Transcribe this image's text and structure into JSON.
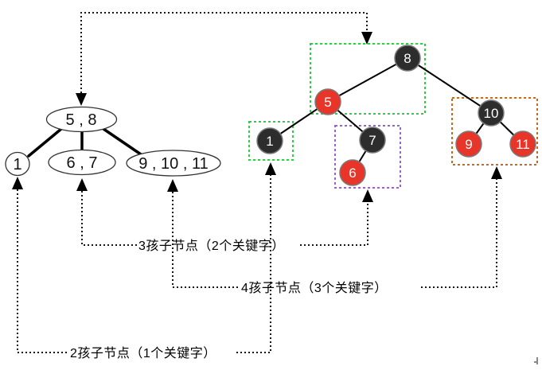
{
  "colors": {
    "black_node": "#2d2d2d",
    "red_node": "#e8352a",
    "node_text": "#ffffff",
    "group_green": "#2fcc47",
    "group_purple": "#9b5fd6",
    "group_orange": "#c8681e",
    "connector": "#161616",
    "edge": "#000000"
  },
  "btree": {
    "nodes": [
      {
        "name": "root",
        "text": "5 , 8"
      },
      {
        "name": "left-child",
        "text": "1"
      },
      {
        "name": "middle-child",
        "text": "6 , 7"
      },
      {
        "name": "right-child",
        "text": "9 , 10 , 11"
      }
    ]
  },
  "rbtree": {
    "nodes": [
      {
        "name": "node-8",
        "value": "8",
        "color": "#2d2d2d"
      },
      {
        "name": "node-5",
        "value": "5",
        "color": "#e8352a"
      },
      {
        "name": "node-1",
        "value": "1",
        "color": "#2d2d2d"
      },
      {
        "name": "node-7",
        "value": "7",
        "color": "#2d2d2d"
      },
      {
        "name": "node-6",
        "value": "6",
        "color": "#e8352a"
      },
      {
        "name": "node-10",
        "value": "10",
        "color": "#2d2d2d"
      },
      {
        "name": "node-9",
        "value": "9",
        "color": "#e8352a"
      },
      {
        "name": "node-11",
        "value": "11",
        "color": "#e8352a"
      }
    ]
  },
  "annotations": {
    "three_child": "3孩子节点（2个关键字）",
    "four_child": "4孩子节点（3个关键字）",
    "two_child": "2孩子节点（1个关键字）"
  }
}
